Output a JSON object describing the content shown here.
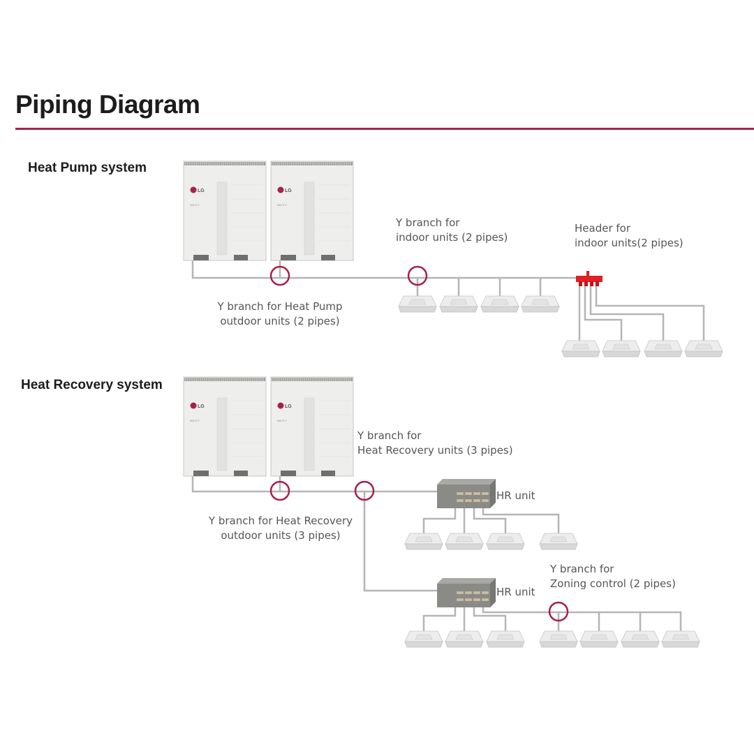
{
  "title": "Piping Diagram",
  "colors": {
    "accent": "#a6224a",
    "pipe": "#b5b5b5",
    "header": "#e01f26",
    "unit_body": "#eeeeec",
    "hr_body": "#8a8a86"
  },
  "heat_pump": {
    "heading": "Heat Pump system",
    "outdoor_units": [
      {
        "brand": "LG",
        "badge": "MULTI V"
      },
      {
        "brand": "LG",
        "badge": "MULTI V"
      }
    ],
    "labels": {
      "outdoor_branch": "Y branch for Heat Pump\noutdoor units (2 pipes)",
      "indoor_branch": "Y branch for\nindoor units (2 pipes)",
      "header": "Header for\nindoor units(2 pipes)"
    }
  },
  "heat_recovery": {
    "heading": "Heat Recovery system",
    "outdoor_units": [
      {
        "brand": "LG",
        "badge": "MULTI V"
      },
      {
        "brand": "LG",
        "badge": "MULTI V"
      }
    ],
    "labels": {
      "outdoor_branch": "Y branch for Heat Recovery\noutdoor units (3 pipes)",
      "hr_branch": "Y branch for\nHeat Recovery units (3 pipes)",
      "hr_unit_1": "HR unit",
      "hr_unit_2": "HR unit",
      "zoning_branch": "Y branch for\nZoning control (2 pipes)"
    }
  }
}
